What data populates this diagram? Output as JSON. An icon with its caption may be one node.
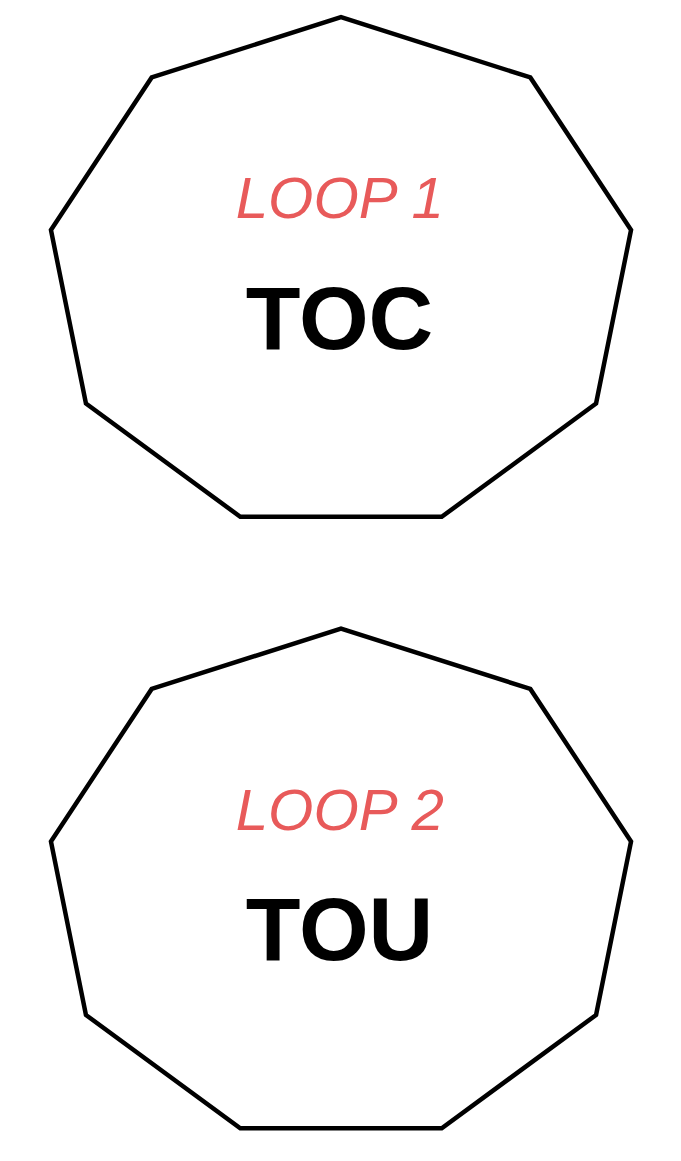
{
  "diagram": {
    "nodes": [
      {
        "text": [
          "LOOP 1",
          "TOC"
        ]
      },
      {
        "text": [
          "LOOP 2",
          "TOU"
        ]
      }
    ]
  }
}
